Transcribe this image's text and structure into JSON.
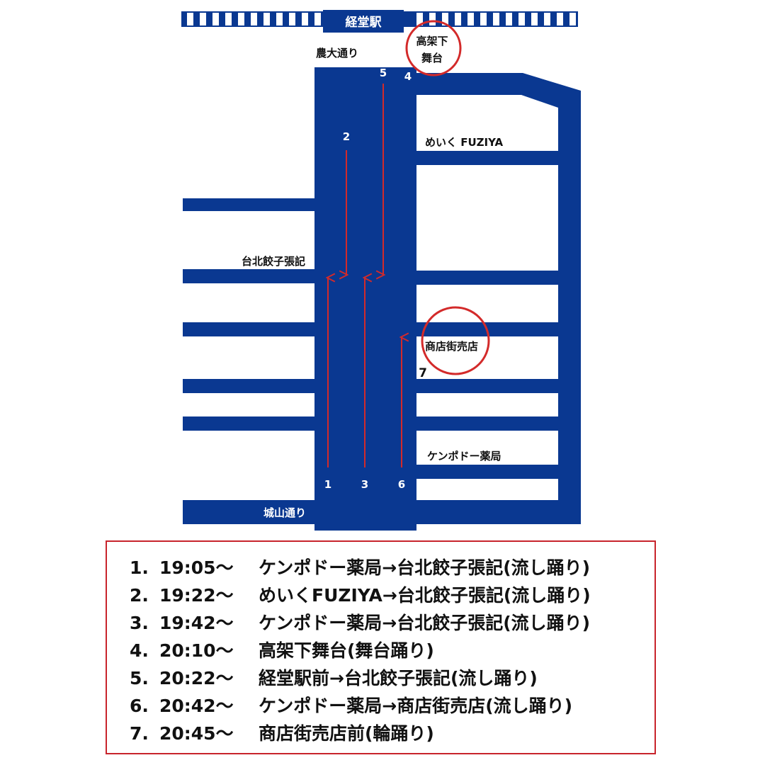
{
  "colors": {
    "street": "#0a3891",
    "arrow": "#d32a2a",
    "circle": "#d32a2a",
    "frame": "#c8242c"
  },
  "station": {
    "name": "経堂駅"
  },
  "map": {
    "labels": {
      "nodai_dori": "農大通り",
      "stage": "高架下舞台",
      "stage_line1": "高架下",
      "stage_line2": "舞台",
      "meiku": "めいく FUZIYA",
      "taipei": "台北餃子張記",
      "shotengai": "商店街売店",
      "kenpodo": "ケンポドー薬局",
      "shiroyama_dori": "城山通り"
    },
    "markers": [
      "1",
      "2",
      "3",
      "4",
      "5",
      "6",
      "7"
    ]
  },
  "schedule": [
    {
      "num": "1.",
      "time": "19:05～",
      "desc": "ケンポドー薬局→台北餃子張記(流し踊り)"
    },
    {
      "num": "2.",
      "time": "19:22～",
      "desc": "めいくFUZIYA→台北餃子張記(流し踊り)"
    },
    {
      "num": "3.",
      "time": "19:42～",
      "desc": "ケンポドー薬局→台北餃子張記(流し踊り)"
    },
    {
      "num": "4.",
      "time": "20:10～",
      "desc": "高架下舞台(舞台踊り)"
    },
    {
      "num": "5.",
      "time": "20:22～",
      "desc": "経堂駅前→台北餃子張記(流し踊り)"
    },
    {
      "num": "6.",
      "time": "20:42～",
      "desc": "ケンポドー薬局→商店街売店(流し踊り)"
    },
    {
      "num": "7.",
      "time": "20:45～",
      "desc": "商店街売店前(輪踊り)"
    }
  ]
}
